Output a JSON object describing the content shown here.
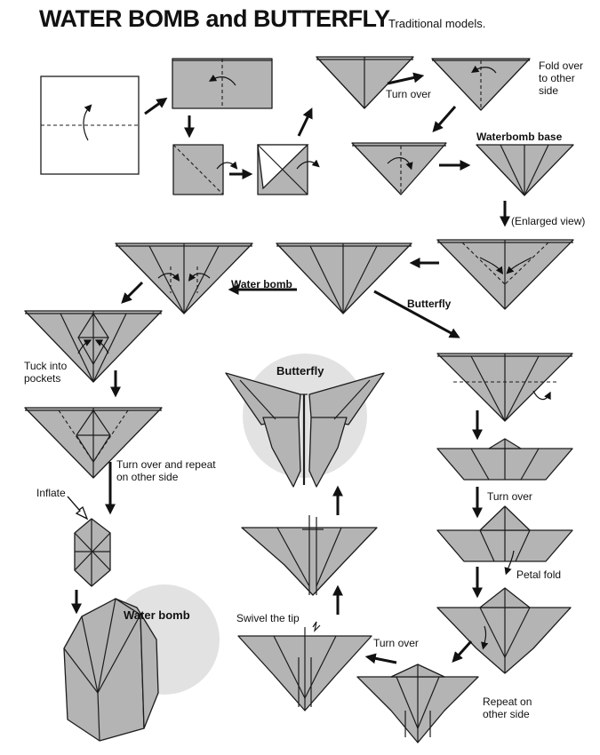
{
  "header": {
    "title": "WATER BOMB and BUTTERFLY",
    "subtitle": "Traditional models."
  },
  "labels": {
    "turn_over_1": "Turn over",
    "fold_over": "Fold over to other side",
    "waterbomb_base": "Waterbomb base",
    "enlarged_view": "(Enlarged view)",
    "water_bomb_branch": "Water bomb",
    "butterfly_branch": "Butterfly",
    "tuck_into_pockets": "Tuck into pockets",
    "turn_over_repeat": "Turn over and repeat on other side",
    "inflate": "Inflate",
    "water_bomb_result": "Water bomb",
    "butterfly_result": "Butterfly",
    "turn_over_2": "Turn over",
    "petal_fold": "Petal fold",
    "swivel_tip": "Swivel the tip",
    "turn_over_3": "Turn over",
    "repeat_other_side": "Repeat on other side"
  }
}
